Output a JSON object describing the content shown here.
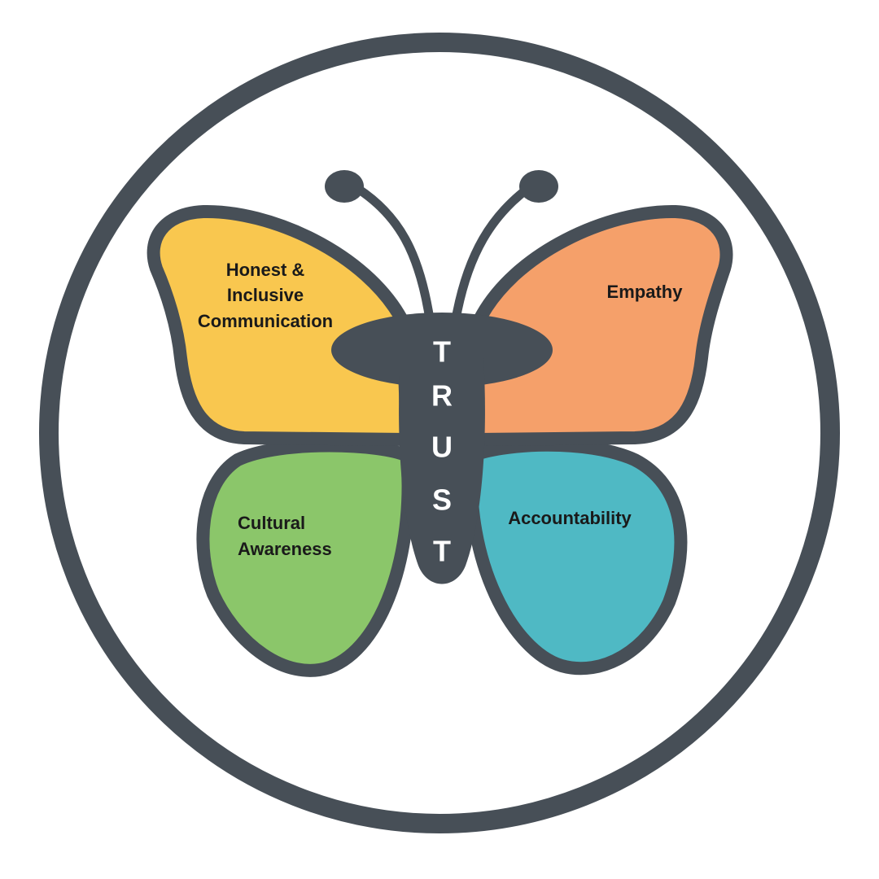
{
  "center_word_letters": [
    "T",
    "R",
    "U",
    "S",
    "T"
  ],
  "wings": {
    "upper_left": {
      "lines": [
        "Honest &",
        "Inclusive",
        "Communication"
      ],
      "color": "#f9c74f"
    },
    "upper_right": {
      "lines": [
        "Empathy"
      ],
      "color": "#f5a06a"
    },
    "lower_left": {
      "lines": [
        "Cultural",
        "Awareness"
      ],
      "color": "#8bc66a"
    },
    "lower_right": {
      "lines": [
        "Accountability"
      ],
      "color": "#4fb9c4"
    }
  },
  "colors": {
    "outline": "#474f57",
    "background": "#ffffff",
    "letters": "#ffffff"
  }
}
